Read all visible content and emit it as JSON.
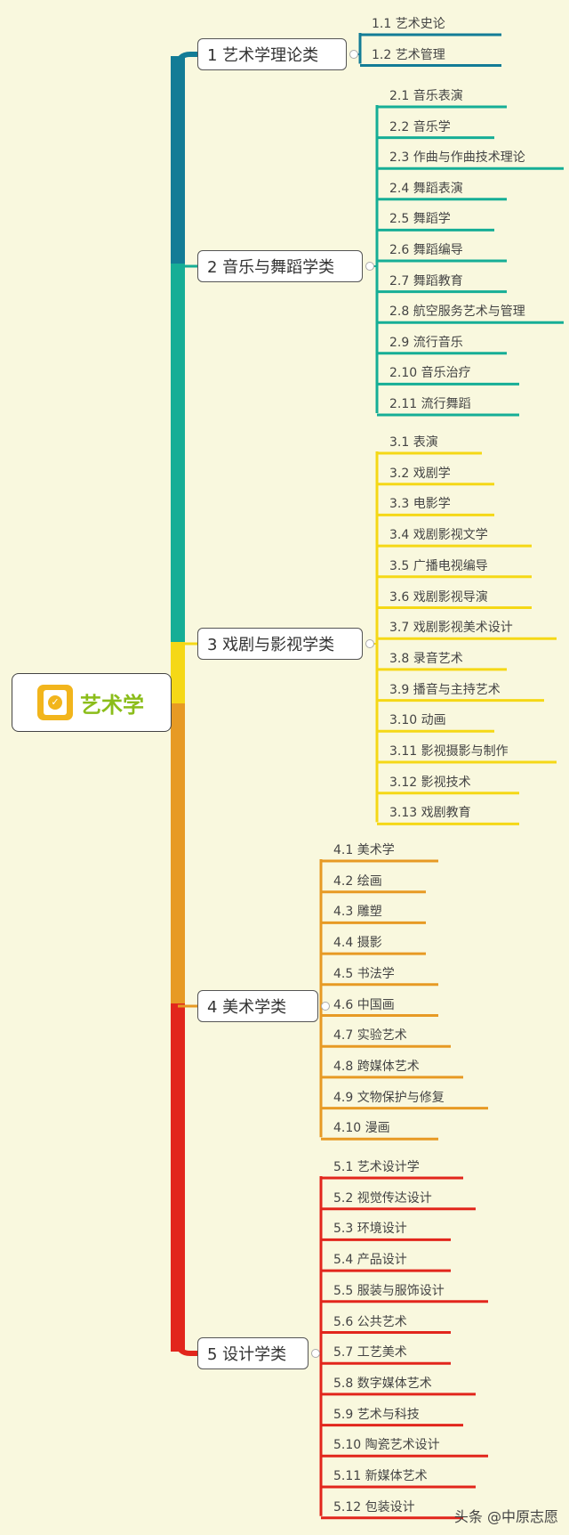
{
  "root": {
    "title": "艺术学",
    "logo_icon": "check-badge-icon"
  },
  "watermark": "头条 @中原志愿",
  "branches": [
    {
      "label": "1 艺术学理论类",
      "color": "#137c96",
      "items": [
        "1.1  艺术史论",
        "1.2  艺术管理"
      ]
    },
    {
      "label": "2 音乐与舞蹈学类",
      "color": "#16ae96",
      "items": [
        "2.1 音乐表演",
        "2.2 音乐学",
        "2.3 作曲与作曲技术理论",
        "2.4 舞蹈表演",
        "2.5 舞蹈学",
        "2.6 舞蹈编导",
        "2.7 舞蹈教育",
        "2.8 航空服务艺术与管理",
        "2.9 流行音乐",
        "2.10 音乐治疗",
        "2.11 流行舞蹈"
      ]
    },
    {
      "label": "3 戏剧与影视学类",
      "color": "#f5d816",
      "items": [
        "3.1 表演",
        "3.2 戏剧学",
        "3.3 电影学",
        "3.4 戏剧影视文学",
        "3.5 广播电视编导",
        "3.6 戏剧影视导演",
        "3.7 戏剧影视美术设计",
        "3.8 录音艺术",
        "3.9 播音与主持艺术",
        "3.10 动画",
        "3.11 影视摄影与制作",
        "3.12 影视技术",
        "3.13 戏剧教育"
      ]
    },
    {
      "label": "4 美术学类",
      "color": "#e79a24",
      "items": [
        "4.1 美术学",
        "4.2 绘画",
        "4.3 雕塑",
        "4.4 摄影",
        "4.5 书法学",
        "4.6 中国画",
        "4.7 实验艺术",
        "4.8 跨媒体艺术",
        "4.9 文物保护与修复",
        "4.10 漫画"
      ]
    },
    {
      "label": "5 设计学类",
      "color": "#e2261c",
      "items": [
        "5.1 艺术设计学",
        "5.2 视觉传达设计",
        "5.3 环境设计",
        "5.4 产品设计",
        "5.5 服装与服饰设计",
        "5.6 公共艺术",
        "5.7 工艺美术",
        "5.8 数字媒体艺术",
        "5.9 艺术与科技",
        "5.10 陶瓷艺术设计",
        "5.11 新媒体艺术",
        "5.12 包装设计"
      ]
    }
  ]
}
